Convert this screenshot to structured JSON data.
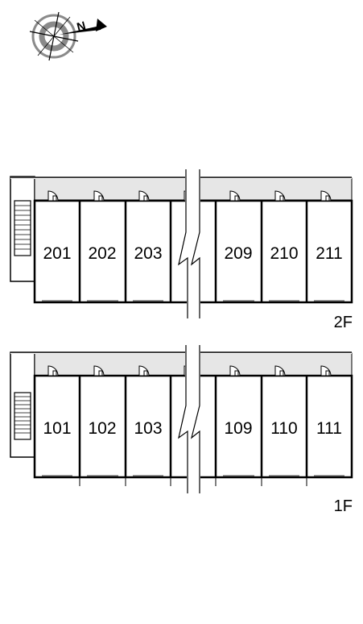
{
  "compass": {
    "north_letter": "N",
    "icon": "compass-rose-icon",
    "colors": {
      "ring": "#808080",
      "needle": "#000000"
    }
  },
  "colors": {
    "corridor": "#e6e6e6",
    "wall": "#000000",
    "unit_fill": "#ffffff"
  },
  "floors": [
    {
      "label": "2F",
      "units": [
        "201",
        "202",
        "203",
        "",
        "209",
        "210",
        "211"
      ]
    },
    {
      "label": "1F",
      "units": [
        "101",
        "102",
        "103",
        "",
        "109",
        "110",
        "111"
      ]
    }
  ]
}
